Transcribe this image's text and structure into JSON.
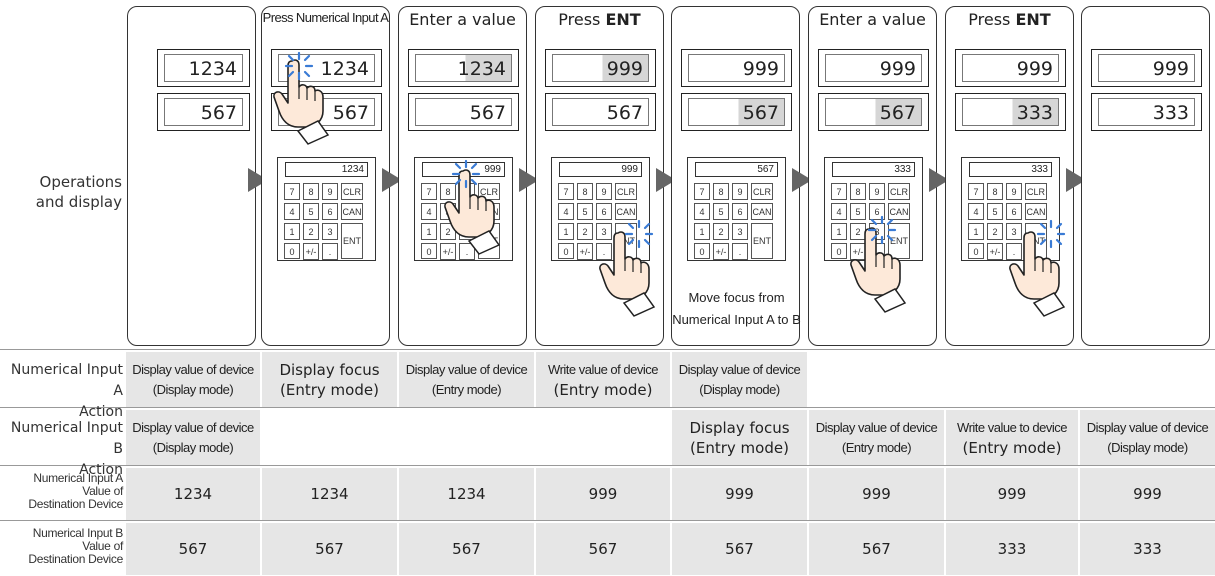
{
  "left_label": [
    "Operations",
    "and display"
  ],
  "field_letters": [
    "A",
    "B"
  ],
  "steps": [
    {
      "title": "",
      "title_bold": "",
      "a": "1234",
      "b": "567",
      "a_hl": false,
      "b_hl": false,
      "keypad": "",
      "note": ""
    },
    {
      "title": "Press Numerical Input A",
      "title_bold": "",
      "a": "1234",
      "b": "567",
      "a_hl": false,
      "b_hl": false,
      "keypad": "1234",
      "note": ""
    },
    {
      "title": "Enter a value",
      "title_bold": "",
      "a": "1234",
      "b": "567",
      "a_hl": true,
      "b_hl": false,
      "keypad": "999",
      "note": ""
    },
    {
      "title": "Press ",
      "title_bold": "ENT",
      "a": "999",
      "b": "567",
      "a_hl": true,
      "b_hl": false,
      "keypad": "999",
      "note": ""
    },
    {
      "title": "",
      "title_bold": "",
      "a": "999",
      "b": "567",
      "a_hl": false,
      "b_hl": true,
      "keypad": "567",
      "note": "Move focus from\nNumerical Input A to B"
    },
    {
      "title": "Enter a value",
      "title_bold": "",
      "a": "999",
      "b": "567",
      "a_hl": false,
      "b_hl": true,
      "keypad": "333",
      "note": ""
    },
    {
      "title": "Press ",
      "title_bold": "ENT",
      "a": "999",
      "b": "333",
      "a_hl": false,
      "b_hl": true,
      "keypad": "333",
      "note": ""
    },
    {
      "title": "",
      "title_bold": "",
      "a": "999",
      "b": "333",
      "a_hl": false,
      "b_hl": false,
      "keypad": "",
      "note": ""
    }
  ],
  "keypad_keys": [
    "7",
    "8",
    "9",
    "CLR",
    "4",
    "5",
    "6",
    "CAN",
    "1",
    "2",
    "3",
    "ENT",
    "0",
    "+/-",
    "."
  ],
  "rows": [
    {
      "label": [
        "Numerical Input A",
        "Action"
      ],
      "cells": [
        {
          "l1": "Display value of device",
          "l2": "(Display mode)",
          "style": "small"
        },
        {
          "l1": "Display focus",
          "l2": "(Entry mode)",
          "style": "big"
        },
        {
          "l1": "Display value of device",
          "l2": "(Entry mode)",
          "style": "small"
        },
        {
          "l1": "Write value of device",
          "l2": "(Entry mode)",
          "style": "mixed"
        },
        {
          "l1": "Display value of device",
          "l2": "(Display mode)",
          "style": "small"
        },
        {
          "l1": "",
          "l2": "",
          "style": "small"
        },
        {
          "l1": "",
          "l2": "",
          "style": "small"
        },
        {
          "l1": "",
          "l2": "",
          "style": "small"
        }
      ]
    },
    {
      "label": [
        "Numerical Input B",
        "Action"
      ],
      "cells": [
        {
          "l1": "Display value of device",
          "l2": "(Display mode)",
          "style": "small"
        },
        {
          "l1": "",
          "l2": "",
          "style": "small"
        },
        {
          "l1": "",
          "l2": "",
          "style": "small"
        },
        {
          "l1": "",
          "l2": "",
          "style": "small"
        },
        {
          "l1": "Display focus",
          "l2": "(Entry mode)",
          "style": "big"
        },
        {
          "l1": "Display value of device",
          "l2": "(Entry mode)",
          "style": "small"
        },
        {
          "l1": "Write value to device",
          "l2": "(Entry mode)",
          "style": "mixed"
        },
        {
          "l1": "Display value of device",
          "l2": "(Display mode)",
          "style": "small"
        }
      ]
    },
    {
      "label": [
        "Numerical Input A",
        "Value of",
        "Destination Device"
      ],
      "values": [
        "1234",
        "1234",
        "1234",
        "999",
        "999",
        "999",
        "999",
        "999"
      ]
    },
    {
      "label": [
        "Numerical Input B",
        "Value of",
        "Destination Device"
      ],
      "values": [
        "567",
        "567",
        "567",
        "567",
        "567",
        "567",
        "333",
        "333"
      ]
    }
  ]
}
